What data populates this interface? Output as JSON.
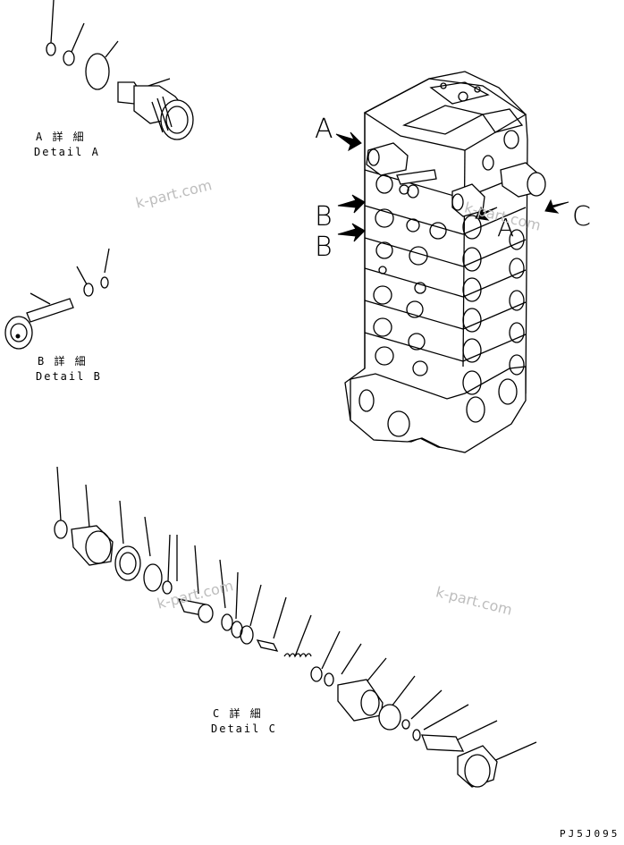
{
  "details": {
    "a": {
      "jp": "A 詳 細",
      "en": "Detail A"
    },
    "b": {
      "jp": "B 詳 細",
      "en": "Detail B"
    },
    "c": {
      "jp": "C 詳 細",
      "en": "Detail C"
    }
  },
  "callouts": {
    "a": "A",
    "b1": "B",
    "b2": "B",
    "c": "C",
    "a_inline": "A"
  },
  "watermarks": [
    "k-part.com",
    "k-part.com",
    "k-part.com",
    "k-part.com"
  ],
  "drawing_code": "PJ5J095"
}
